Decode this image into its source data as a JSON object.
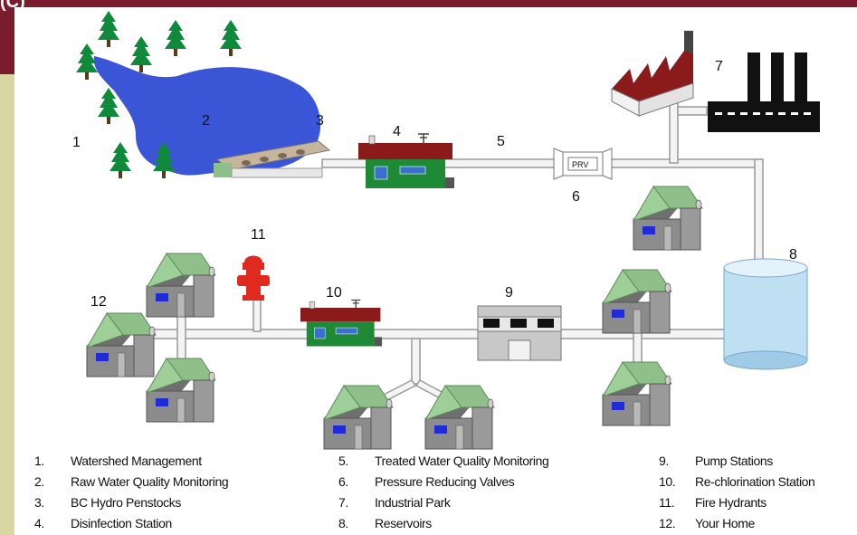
{
  "corner_text": "(C)",
  "labels": {
    "n1": "1",
    "n2": "2",
    "n3": "3",
    "n4": "4",
    "n5": "5",
    "n6": "6",
    "n7": "7",
    "n8": "8",
    "n9": "9",
    "n10": "10",
    "n11": "11",
    "n12": "12",
    "prv": "PRV"
  },
  "legend": {
    "col1": [
      {
        "num": "1.",
        "text": "Watershed Management"
      },
      {
        "num": "2.",
        "text": "Raw Water Quality Monitoring"
      },
      {
        "num": "3.",
        "text": "BC Hydro Penstocks"
      },
      {
        "num": "4.",
        "text": "Disinfection Station"
      }
    ],
    "col2": [
      {
        "num": "5.",
        "text": "Treated Water Quality Monitoring"
      },
      {
        "num": "6.",
        "text": "Pressure Reducing Valves"
      },
      {
        "num": "7.",
        "text": "Industrial Park"
      },
      {
        "num": "8.",
        "text": "Reservoirs"
      }
    ],
    "col3": [
      {
        "num": "9.",
        "text": "Pump Stations"
      },
      {
        "num": "10.",
        "text": "Re-chlorination Station"
      },
      {
        "num": "11.",
        "text": "Fire Hydrants"
      },
      {
        "num": "12.",
        "text": "Your Home"
      }
    ]
  },
  "colors": {
    "frame_red": "#7a1c2e",
    "frame_tan": "#d9d6a3",
    "lake": "#3a55d6",
    "tree": "#0f8a3a",
    "station_roof": "#8b1a1a",
    "station_body": "#1f8a35",
    "house_roof": "#8fc08a",
    "house_body": "#8c8c8c",
    "reservoir": "#bfe0f2"
  }
}
